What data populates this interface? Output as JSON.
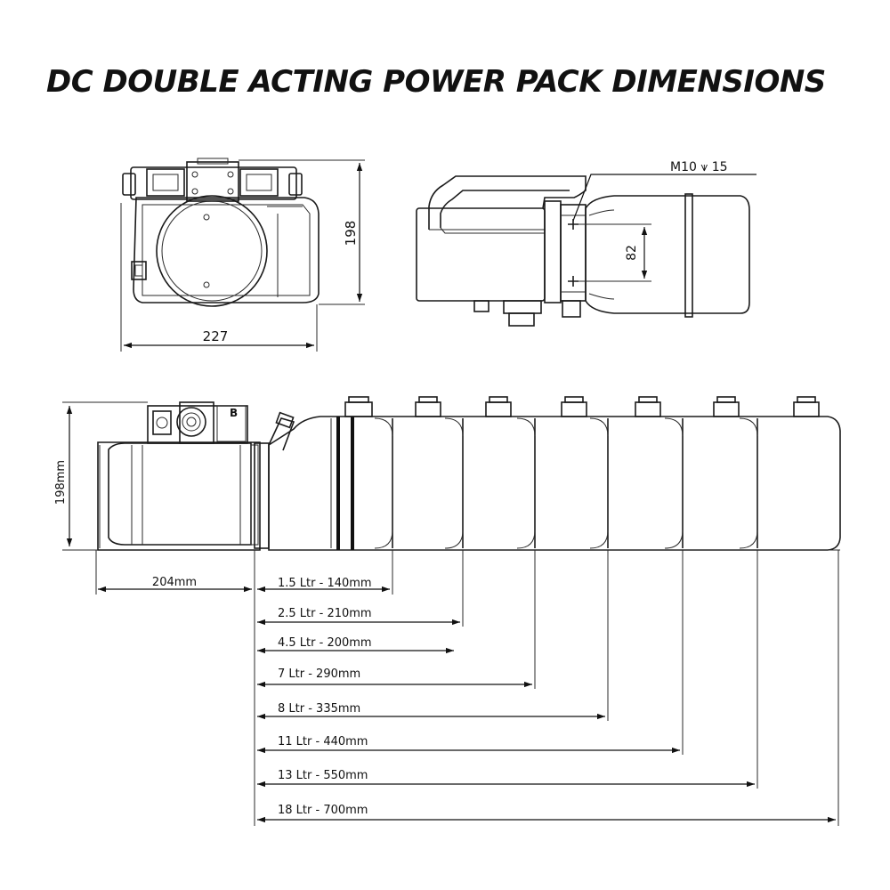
{
  "title": "DC DOUBLE ACTING POWER PACK DIMENSIONS",
  "front_view": {
    "height_label": "198",
    "width_label": "227"
  },
  "side_view": {
    "thread_label": "M10 ⩛ 15",
    "bolt_spacing_label": "82"
  },
  "top_view": {
    "height_label": "198mm",
    "motor_length_label": "204mm",
    "valve_port_label": "B",
    "tank_options": [
      "1.5 Ltr - 140mm",
      "2.5 Ltr - 210mm",
      "4.5 Ltr - 200mm",
      "7 Ltr - 290mm",
      "8 Ltr - 335mm",
      "11 Ltr - 440mm",
      "13 Ltr - 550mm",
      "18 Ltr - 700mm"
    ]
  }
}
